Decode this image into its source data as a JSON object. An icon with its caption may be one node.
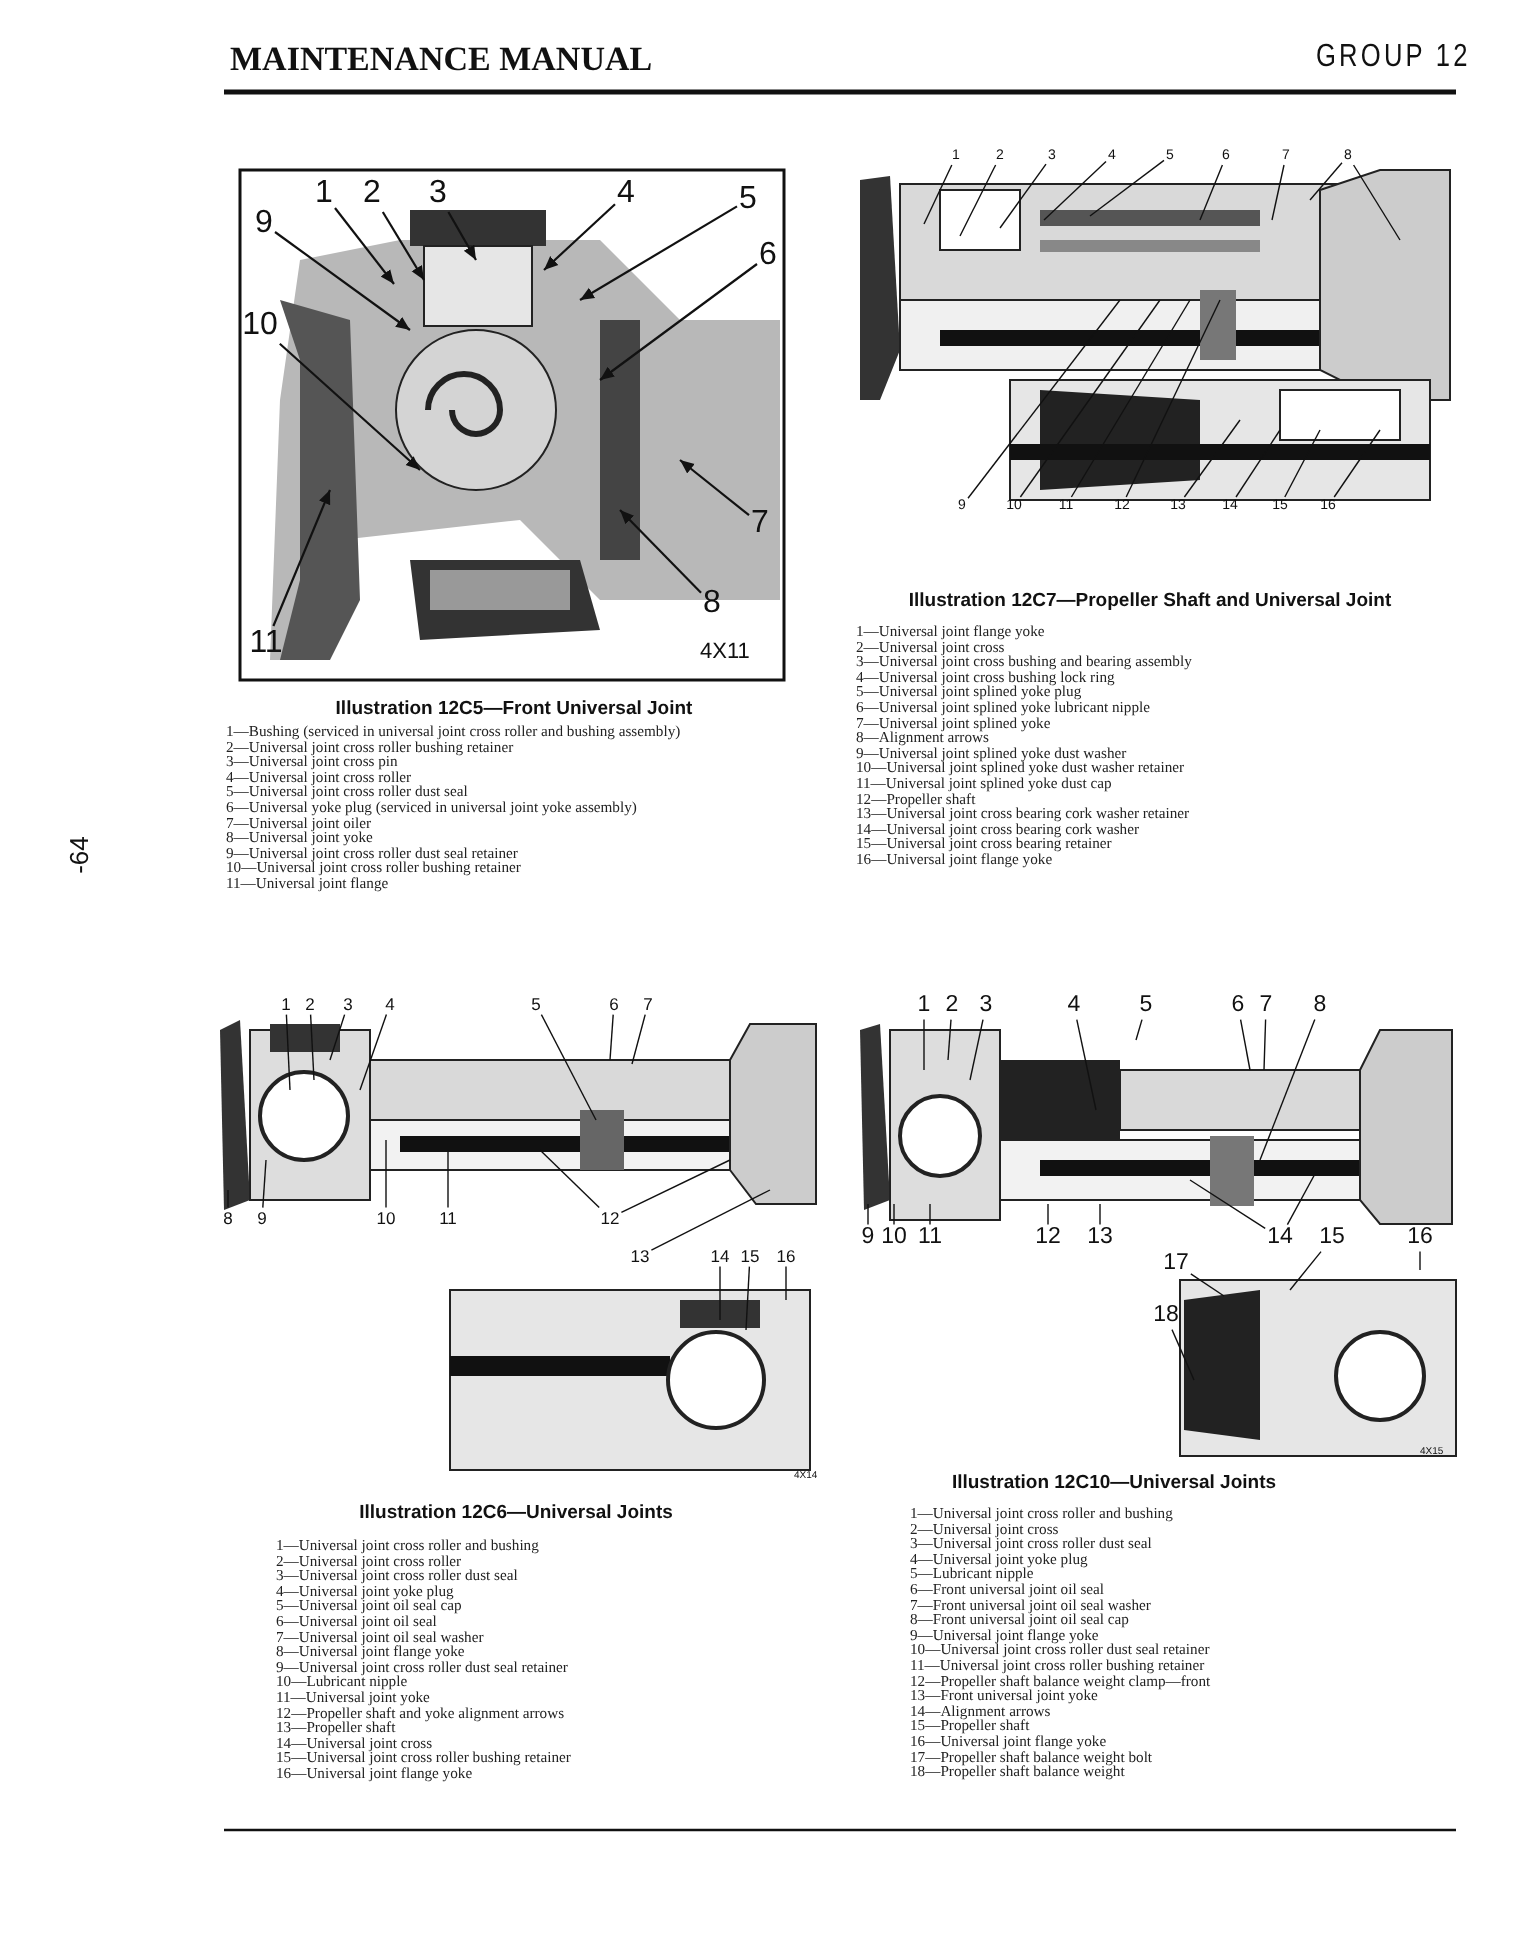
{
  "diagram": {
    "nodes": [
      {
        "text": [
          "1"
        ]
      },
      {
        "text": [
          "2"
        ]
      },
      {
        "text": [
          "3"
        ]
      },
      {
        "text": [
          "4"
        ]
      },
      {
        "text": [
          "5"
        ]
      },
      {
        "text": [
          "6"
        ]
      },
      {
        "text": [
          "7"
        ]
      },
      {
        "text": [
          "8"
        ]
      },
      {
        "text": [
          "9"
        ]
      },
      {
        "text": [
          "10"
        ]
      },
      {
        "text": [
          "11"
        ]
      },
      {
        "text": [
          "1"
        ]
      },
      {
        "text": [
          "2"
        ]
      },
      {
        "text": [
          "3"
        ]
      },
      {
        "text": [
          "4"
        ]
      },
      {
        "text": [
          "5"
        ]
      },
      {
        "text": [
          "6"
        ]
      },
      {
        "text": [
          "7"
        ]
      },
      {
        "text": [
          "8"
        ]
      },
      {
        "text": [
          "9"
        ]
      },
      {
        "text": [
          "10"
        ]
      },
      {
        "text": [
          "11"
        ]
      },
      {
        "text": [
          "12"
        ]
      },
      {
        "text": [
          "13"
        ]
      },
      {
        "text": [
          "14"
        ]
      },
      {
        "text": [
          "15"
        ]
      },
      {
        "text": [
          "16"
        ]
      },
      {
        "text": [
          "1"
        ]
      },
      {
        "text": [
          "2"
        ]
      },
      {
        "text": [
          "3"
        ]
      },
      {
        "text": [
          "4"
        ]
      },
      {
        "text": [
          "5"
        ]
      },
      {
        "text": [
          "6"
        ]
      },
      {
        "text": [
          "7"
        ]
      },
      {
        "text": [
          "8"
        ]
      },
      {
        "text": [
          "9"
        ]
      },
      {
        "text": [
          "10"
        ]
      },
      {
        "text": [
          "11"
        ]
      },
      {
        "text": [
          "12"
        ]
      },
      {
        "text": [
          "13"
        ]
      },
      {
        "text": [
          "14"
        ]
      },
      {
        "text": [
          "15"
        ]
      },
      {
        "text": [
          "16"
        ]
      },
      {
        "text": [
          "1"
        ]
      },
      {
        "text": [
          "2"
        ]
      },
      {
        "text": [
          "3"
        ]
      },
      {
        "text": [
          "4"
        ]
      },
      {
        "text": [
          "5"
        ]
      },
      {
        "text": [
          "6"
        ]
      },
      {
        "text": [
          "7"
        ]
      },
      {
        "text": [
          "8"
        ]
      },
      {
        "text": [
          "9"
        ]
      },
      {
        "text": [
          "10"
        ]
      },
      {
        "text": [
          "11"
        ]
      },
      {
        "text": [
          "12"
        ]
      },
      {
        "text": [
          "13"
        ]
      },
      {
        "text": [
          "14"
        ]
      },
      {
        "text": [
          "15"
        ]
      },
      {
        "text": [
          "16"
        ]
      },
      {
        "text": [
          "17"
        ]
      },
      {
        "text": [
          "18"
        ]
      }
    ],
    "edges": [
      {
        "from": 0,
        "to": null,
        "arrow": "to"
      },
      {
        "from": 1,
        "to": null,
        "arrow": "to"
      },
      {
        "from": 2,
        "to": null,
        "arrow": "to"
      },
      {
        "from": 3,
        "to": null,
        "arrow": "to"
      },
      {
        "from": 4,
        "to": null,
        "arrow": "to"
      },
      {
        "from": 5,
        "to": null,
        "arrow": "to"
      },
      {
        "from": 6,
        "to": null,
        "arrow": "to"
      },
      {
        "from": 7,
        "to": null,
        "arrow": "to"
      },
      {
        "from": 8,
        "to": null,
        "arrow": "to"
      },
      {
        "from": 9,
        "to": null,
        "arrow": "to"
      },
      {
        "from": 10,
        "to": null,
        "arrow": "to"
      },
      {
        "from": 11,
        "to": null,
        "arrow": "none"
      },
      {
        "from": 12,
        "to": null,
        "arrow": "none"
      },
      {
        "from": 13,
        "to": null,
        "arrow": "none"
      },
      {
        "from": 14,
        "to": null,
        "arrow": "none"
      },
      {
        "from": 15,
        "to": null,
        "arrow": "none"
      },
      {
        "from": 16,
        "to": null,
        "arrow": "none"
      },
      {
        "from": 17,
        "to": null,
        "arrow": "none"
      },
      {
        "from": 18,
        "to": null,
        "arrow": "none"
      },
      {
        "from": 18,
        "to": null,
        "arrow": "none"
      },
      {
        "from": 19,
        "to": null,
        "arrow": "none"
      },
      {
        "from": 20,
        "to": null,
        "arrow": "none"
      },
      {
        "from": 21,
        "to": null,
        "arrow": "none"
      },
      {
        "from": 22,
        "to": null,
        "arrow": "none"
      },
      {
        "from": 23,
        "to": null,
        "arrow": "none"
      },
      {
        "from": 24,
        "to": null,
        "arrow": "none"
      },
      {
        "from": 25,
        "to": null,
        "arrow": "none"
      },
      {
        "from": 26,
        "to": null,
        "arrow": "none"
      },
      {
        "from": 27,
        "to": null,
        "arrow": "none"
      },
      {
        "from": 28,
        "to": null,
        "arrow": "none"
      },
      {
        "from": 29,
        "to": null,
        "arrow": "none"
      },
      {
        "from": 30,
        "to": null,
        "arrow": "none"
      },
      {
        "from": 31,
        "to": null,
        "arrow": "none"
      },
      {
        "from": 32,
        "to": null,
        "arrow": "none"
      },
      {
        "from": 33,
        "to": null,
        "arrow": "none"
      },
      {
        "from": 34,
        "to": null,
        "arrow": "none"
      },
      {
        "from": 35,
        "to": null,
        "arrow": "none"
      },
      {
        "from": 36,
        "to": null,
        "arrow": "none"
      },
      {
        "from": 37,
        "to": null,
        "arrow": "none"
      },
      {
        "from": 38,
        "to": null,
        "arrow": "none"
      },
      {
        "from": 38,
        "to": null,
        "arrow": "none"
      },
      {
        "from": 39,
        "to": null,
        "arrow": "none"
      },
      {
        "from": 40,
        "to": null,
        "arrow": "none"
      },
      {
        "from": 41,
        "to": null,
        "arrow": "none"
      },
      {
        "from": 42,
        "to": null,
        "arrow": "none"
      },
      {
        "from": 43,
        "to": null,
        "arrow": "none"
      },
      {
        "from": 44,
        "to": null,
        "arrow": "none"
      },
      {
        "from": 45,
        "to": null,
        "arrow": "none"
      },
      {
        "from": 46,
        "to": null,
        "arrow": "none"
      },
      {
        "from": 47,
        "to": null,
        "arrow": "none"
      },
      {
        "from": 48,
        "to": null,
        "arrow": "none"
      },
      {
        "from": 49,
        "to": null,
        "arrow": "none"
      },
      {
        "from": 50,
        "to": null,
        "arrow": "none"
      },
      {
        "from": 51,
        "to": null,
        "arrow": "none"
      },
      {
        "from": 52,
        "to": null,
        "arrow": "none"
      },
      {
        "from": 53,
        "to": null,
        "arrow": "none"
      },
      {
        "from": 54,
        "to": null,
        "arrow": "none"
      },
      {
        "from": 55,
        "to": null,
        "arrow": "none"
      },
      {
        "from": 56,
        "to": null,
        "arrow": "none"
      },
      {
        "from": 56,
        "to": null,
        "arrow": "none"
      },
      {
        "from": 57,
        "to": null,
        "arrow": "none"
      },
      {
        "from": 58,
        "to": null,
        "arrow": "none"
      },
      {
        "from": 59,
        "to": null,
        "arrow": "none"
      },
      {
        "from": 60,
        "to": null,
        "arrow": "none"
      }
    ],
    "labels": [
      "MAINTENANCE MANUAL",
      "GROUP 12",
      "-64",
      "4X11",
      "Illustration 12C5—Front Universal Joint",
      "1—Bushing (serviced in universal joint cross roller and bushing assembly)",
      "2—Universal joint cross roller bushing retainer",
      "3—Universal joint cross pin",
      "4—Universal joint cross roller",
      "5—Universal joint cross roller dust seal",
      "6—Universal yoke plug (serviced in universal joint yoke assembly)",
      "7—Universal joint oiler",
      "8—Universal joint yoke",
      "9—Universal joint cross roller dust seal retainer",
      "10—Universal joint cross roller bushing retainer",
      "11—Universal joint flange",
      "Illustration 12C7—Propeller Shaft and Universal Joint",
      "1—Universal joint flange yoke",
      "2—Universal joint cross",
      "3—Universal joint cross bushing and bearing assembly",
      "4—Universal joint cross bushing lock ring",
      "5—Universal joint splined yoke plug",
      "6—Universal joint splined yoke lubricant nipple",
      "7—Universal joint splined yoke",
      "8—Alignment arrows",
      "9—Universal joint splined yoke dust washer",
      "10—Universal joint splined yoke dust washer retainer",
      "11—Universal joint splined yoke dust cap",
      "12—Propeller shaft",
      "13—Universal joint cross bearing cork washer retainer",
      "14—Universal joint cross bearing cork washer",
      "15—Universal joint cross bearing retainer",
      "16—Universal joint flange yoke",
      "4X14",
      "Illustration 12C6—Universal Joints",
      "1—Universal joint cross roller and bushing",
      "2—Universal joint cross roller",
      "3—Universal joint cross roller dust seal",
      "4—Universal joint yoke plug",
      "5—Universal joint oil seal cap",
      "6—Universal joint oil seal",
      "7—Universal joint oil seal washer",
      "8—Universal joint flange yoke",
      "9—Universal joint cross roller dust seal retainer",
      "10—Lubricant nipple",
      "11—Universal joint yoke",
      "12—Propeller shaft and yoke alignment arrows",
      "13—Propeller shaft",
      "14—Universal joint cross",
      "15—Universal joint cross roller bushing retainer",
      "16—Universal joint flange yoke",
      "4X15",
      "Illustration 12C10—Universal Joints",
      "1—Universal joint cross roller and bushing",
      "2—Universal joint cross",
      "3—Universal joint cross roller dust seal",
      "4—Universal joint yoke plug",
      "5—Lubricant nipple",
      "6—Front universal joint oil seal",
      "7—Front universal joint oil seal washer",
      "8—Front universal joint oil seal cap",
      "9—Universal joint flange yoke",
      "10—Universal joint cross roller dust seal retainer",
      "11—Universal joint cross roller bushing retainer",
      "12—Propeller shaft balance weight clamp—front",
      "13—Front universal joint yoke",
      "14—Alignment arrows",
      "15—Propeller shaft",
      "16—Universal joint flange yoke",
      "17—Propeller shaft balance weight bolt",
      "18—Propeller shaft balance weight"
    ]
  }
}
